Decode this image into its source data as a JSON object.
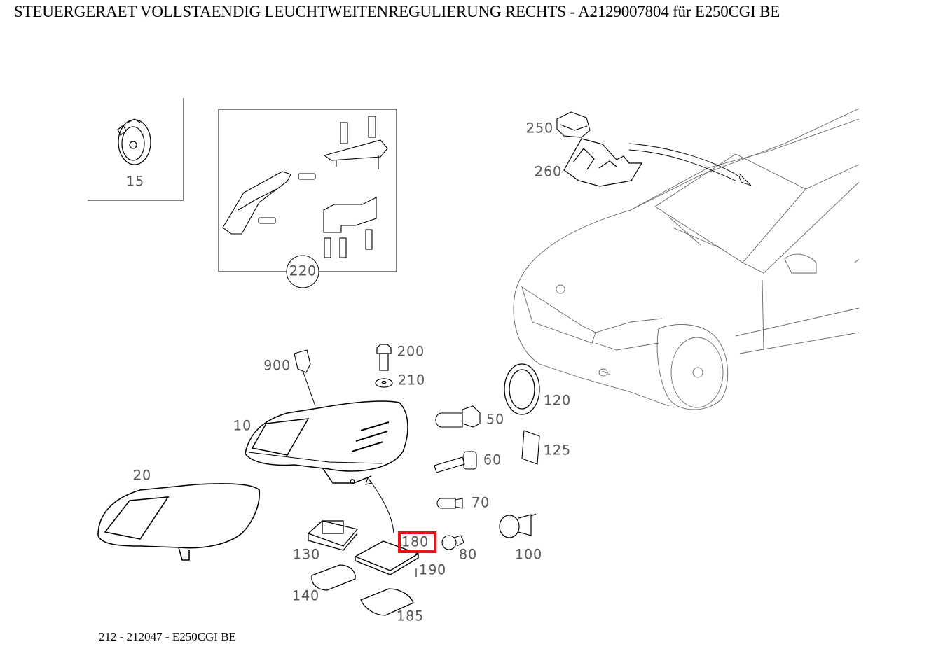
{
  "header": {
    "title": "STEUERGERAET VOLLSTAENDIG LEUCHTWEITENREGULIERUNG RECHTS - A2129007804 für E250CGI BE"
  },
  "footer": {
    "model_line": "212 - 212047 - E250CGI BE"
  },
  "highlight": {
    "part": "180",
    "color": "#e8141b"
  },
  "parts": [
    {
      "id": "p15",
      "label": "15"
    },
    {
      "id": "p220",
      "label": "220"
    },
    {
      "id": "p250",
      "label": "250"
    },
    {
      "id": "p260",
      "label": "260"
    },
    {
      "id": "p900",
      "label": "900"
    },
    {
      "id": "p200",
      "label": "200"
    },
    {
      "id": "p210",
      "label": "210"
    },
    {
      "id": "p10",
      "label": "10"
    },
    {
      "id": "p120",
      "label": "120"
    },
    {
      "id": "p50",
      "label": "50"
    },
    {
      "id": "p125",
      "label": "125"
    },
    {
      "id": "p60",
      "label": "60"
    },
    {
      "id": "p20",
      "label": "20"
    },
    {
      "id": "p70",
      "label": "70"
    },
    {
      "id": "p180",
      "label": "180"
    },
    {
      "id": "p130",
      "label": "130"
    },
    {
      "id": "p80",
      "label": "80"
    },
    {
      "id": "p100",
      "label": "100"
    },
    {
      "id": "p190",
      "label": "190"
    },
    {
      "id": "p140",
      "label": "140"
    },
    {
      "id": "p185",
      "label": "185"
    }
  ]
}
